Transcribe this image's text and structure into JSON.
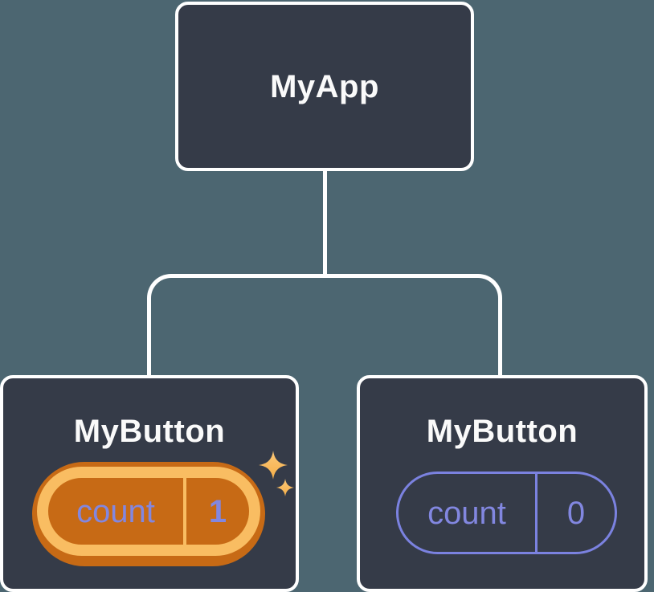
{
  "diagram": {
    "root": {
      "title": "MyApp"
    },
    "children": [
      {
        "title": "MyButton",
        "state": {
          "label": "count",
          "value": "1"
        },
        "highlighted": true
      },
      {
        "title": "MyButton",
        "state": {
          "label": "count",
          "value": "0"
        },
        "highlighted": false
      }
    ]
  },
  "icons": {
    "sparkles": "four-point-sparkle-stars"
  },
  "colors": {
    "background": "#4C6671",
    "node_fill": "#353B48",
    "node_border": "#FFFFFF",
    "title_text": "#FAFAFA",
    "state_text": "#8287E0",
    "plain_pill_border": "#7B82E0",
    "highlight_light_orange": "#F9BD62",
    "highlight_dark_orange": "#C76A15"
  }
}
